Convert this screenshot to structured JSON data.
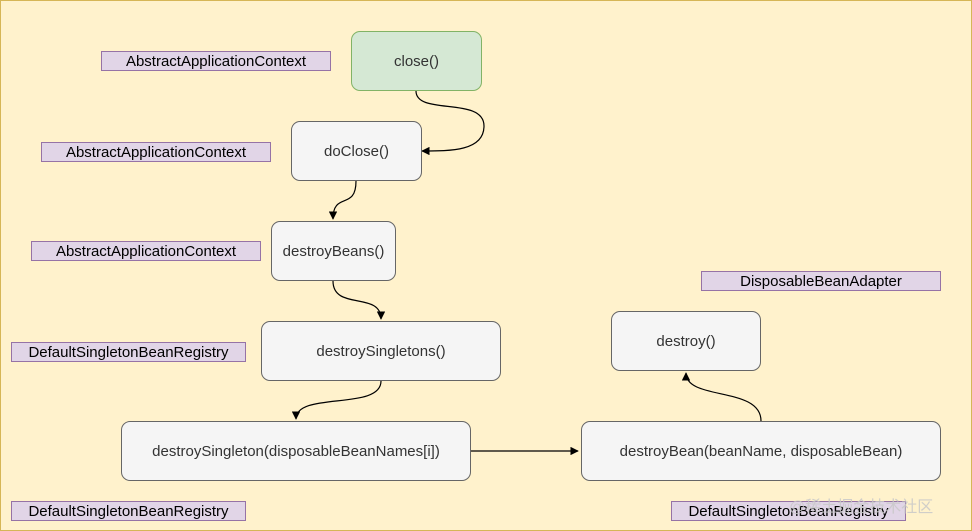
{
  "nodes": {
    "close": "close()",
    "doClose": "doClose()",
    "destroyBeans": "destroyBeans()",
    "destroySingletons": "destroySingletons()",
    "destroySingleton": "destroySingleton(disposableBeanNames[i])",
    "destroyBean": "destroyBean(beanName, disposableBean)",
    "destroy": "destroy()"
  },
  "labels": {
    "close": "AbstractApplicationContext",
    "doClose": "AbstractApplicationContext",
    "destroyBeans": "AbstractApplicationContext",
    "destroySingletons": "DefaultSingletonBeanRegistry",
    "destroySingleton": "DefaultSingletonBeanRegistry",
    "destroyBean": "DefaultSingletonBeanRegistry",
    "destroy": "DisposableBeanAdapter"
  },
  "watermark": "@稀土掘金技术社区",
  "colors": {
    "background": "#fff2cc",
    "node_fill": "#f5f5f5",
    "start_node_fill": "#d5e8d4",
    "label_fill": "#e1d5e7"
  }
}
